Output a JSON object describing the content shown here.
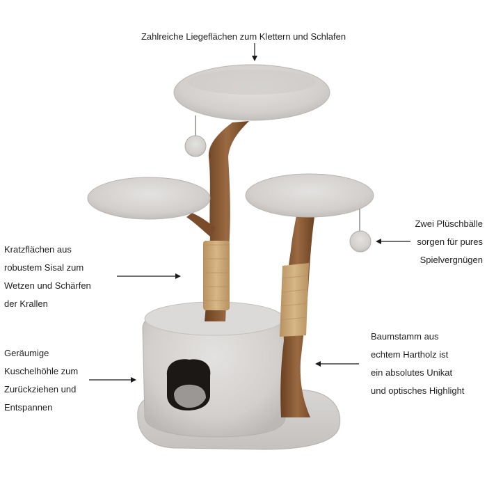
{
  "annotations": {
    "top": {
      "lines": [
        "Zahlreiche Liegeflächen zum Klettern und Schlafen"
      ]
    },
    "scratch": {
      "lines": [
        "Kratzflächen aus",
        "robustem Sisal zum",
        "Wetzen und Schärfen",
        "der Krallen"
      ]
    },
    "cave": {
      "lines": [
        "Geräumige",
        "Kuschelhöhle zum",
        "Zurückziehen und",
        "Entspannen"
      ]
    },
    "balls": {
      "lines": [
        "Zwei Plüschbälle",
        "sorgen für pures",
        "Spielvergnügen"
      ]
    },
    "trunk": {
      "lines": [
        "Baumstamm aus",
        "echtem Hartholz ist",
        "ein absolutes Unikat",
        "und optisches Highlight"
      ]
    }
  },
  "colors": {
    "plush": "#d6d4d2",
    "plush_shade": "#bdbab7",
    "wood": "#8a5a36",
    "wood_dark": "#5f3a20",
    "sisal": "#c9a577",
    "arrow": "#1a1a1a"
  }
}
